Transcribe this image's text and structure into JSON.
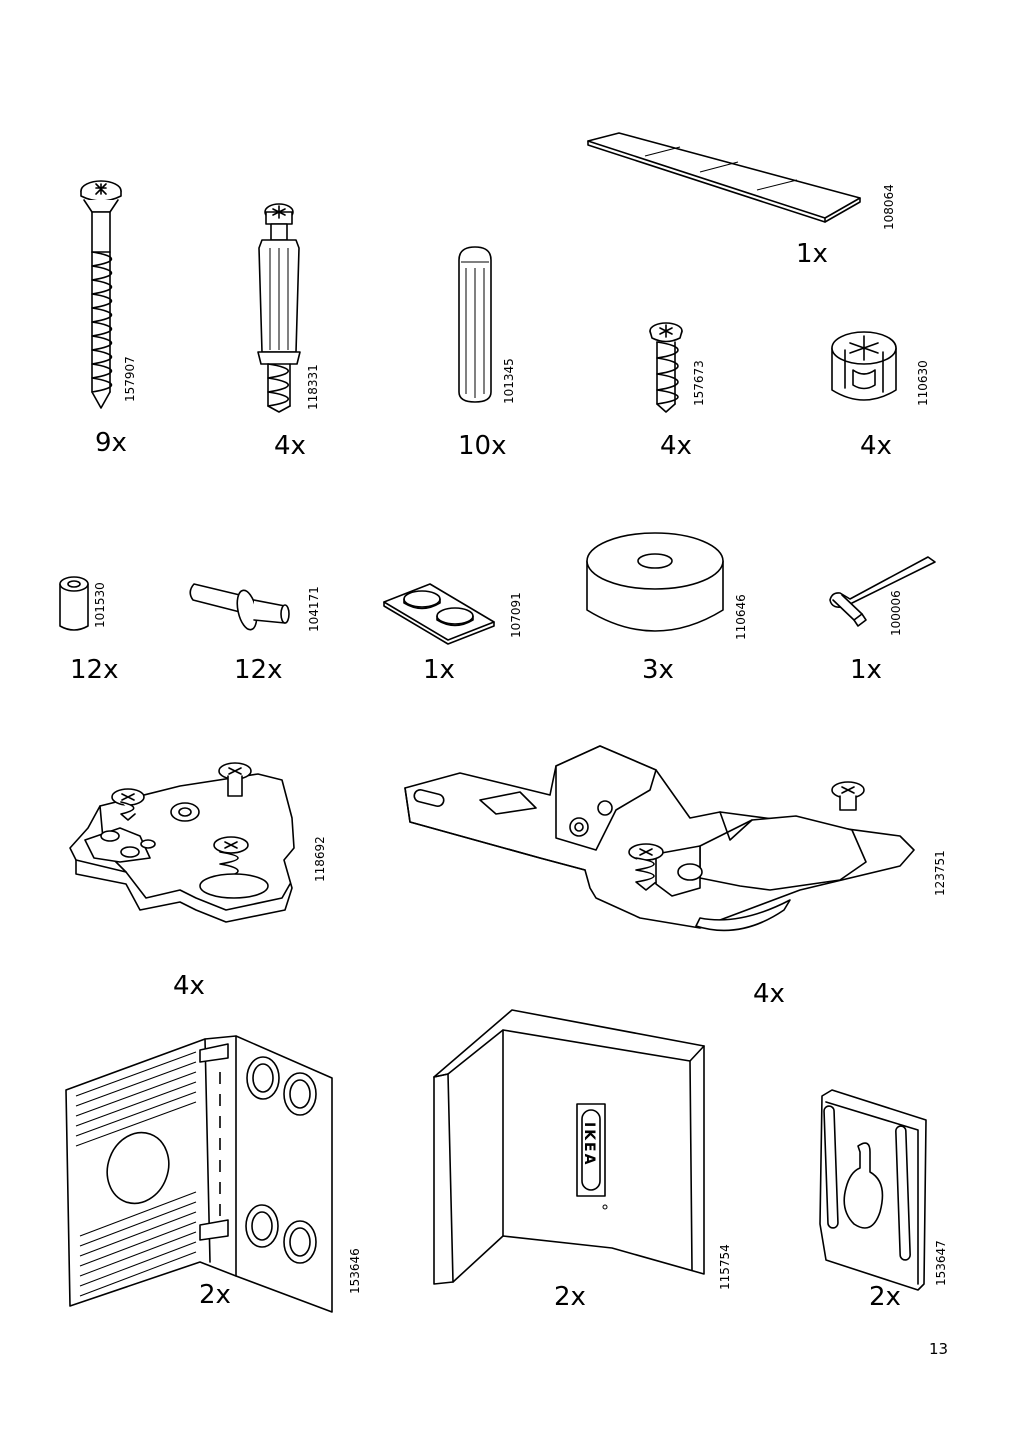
{
  "page_number": "13",
  "parts": [
    {
      "id": "strip",
      "code": "108064",
      "qty": "1x"
    },
    {
      "id": "long-screw",
      "code": "157907",
      "qty": "9x"
    },
    {
      "id": "cam-bolt",
      "code": "118331",
      "qty": "4x"
    },
    {
      "id": "wood-dowel",
      "code": "101345",
      "qty": "10x"
    },
    {
      "id": "short-screw",
      "code": "157673",
      "qty": "4x"
    },
    {
      "id": "cam-lock",
      "code": "110630",
      "qty": "4x"
    },
    {
      "id": "spacer",
      "code": "101530",
      "qty": "12x"
    },
    {
      "id": "shelf-pin",
      "code": "104171",
      "qty": "12x"
    },
    {
      "id": "bumper-pads",
      "code": "107091",
      "qty": "1x"
    },
    {
      "id": "foam-ring",
      "code": "110646",
      "qty": "3x"
    },
    {
      "id": "allen-key",
      "code": "100006",
      "qty": "1x"
    },
    {
      "id": "mounting-plate",
      "code": "118692",
      "qty": "4x"
    },
    {
      "id": "hinge",
      "code": "123751",
      "qty": "4x"
    },
    {
      "id": "corner-bracket",
      "code": "153646",
      "qty": "2x"
    },
    {
      "id": "angle-bracket",
      "code": "115754",
      "qty": "2x"
    },
    {
      "id": "keyhole-plate",
      "code": "153647",
      "qty": "2x"
    }
  ],
  "logo_text": "IKEA"
}
